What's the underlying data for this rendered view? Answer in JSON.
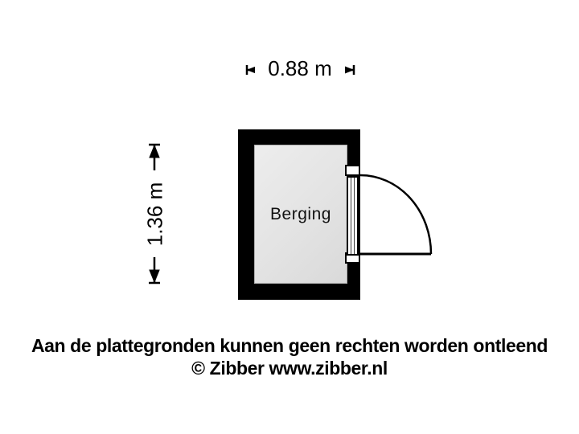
{
  "floorplan": {
    "room": {
      "name": "Berging"
    },
    "dimensions": {
      "width_label": "0.88 m",
      "height_label": "1.36 m"
    },
    "door": {
      "type": "hinged",
      "swing": "outward-right"
    }
  },
  "footer": {
    "disclaimer": "Aan de plattegronden kunnen geen rechten worden ontleend",
    "credit": "© Zibber www.zibber.nl"
  },
  "colors": {
    "background": "#ffffff",
    "wall": "#000000",
    "floor": "#e3e3e3",
    "label_background": "#ffffff",
    "text": "#000000"
  }
}
